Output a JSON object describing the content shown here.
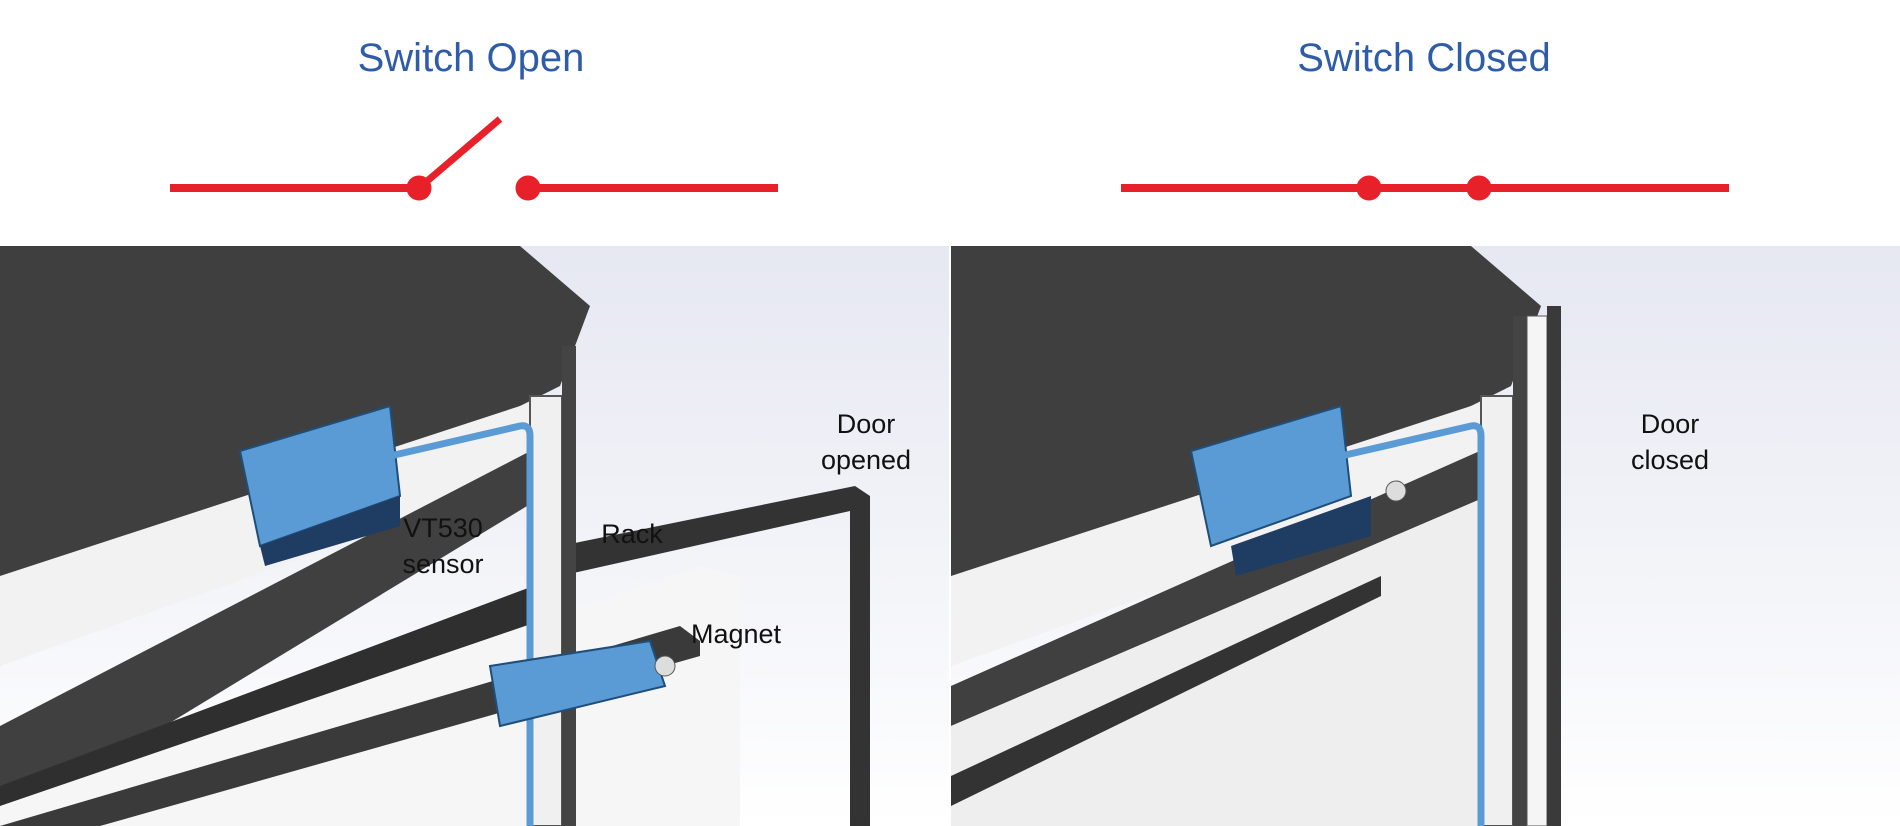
{
  "left": {
    "title": "Switch Open",
    "labels": {
      "rack": "Rack",
      "door": "Door opened",
      "door_line1": "Door",
      "door_line2": "opened",
      "sensor_line1": "VT530",
      "sensor_line2": "sensor",
      "magnet": "Magnet"
    }
  },
  "right": {
    "title": "Switch Closed",
    "labels": {
      "door_line1": "Door",
      "door_line2": "closed"
    }
  },
  "colors": {
    "title": "#2e5ca8",
    "switch": "#e8202a",
    "sensor": "#5b9bd5",
    "rack": "#3c3c3c"
  }
}
